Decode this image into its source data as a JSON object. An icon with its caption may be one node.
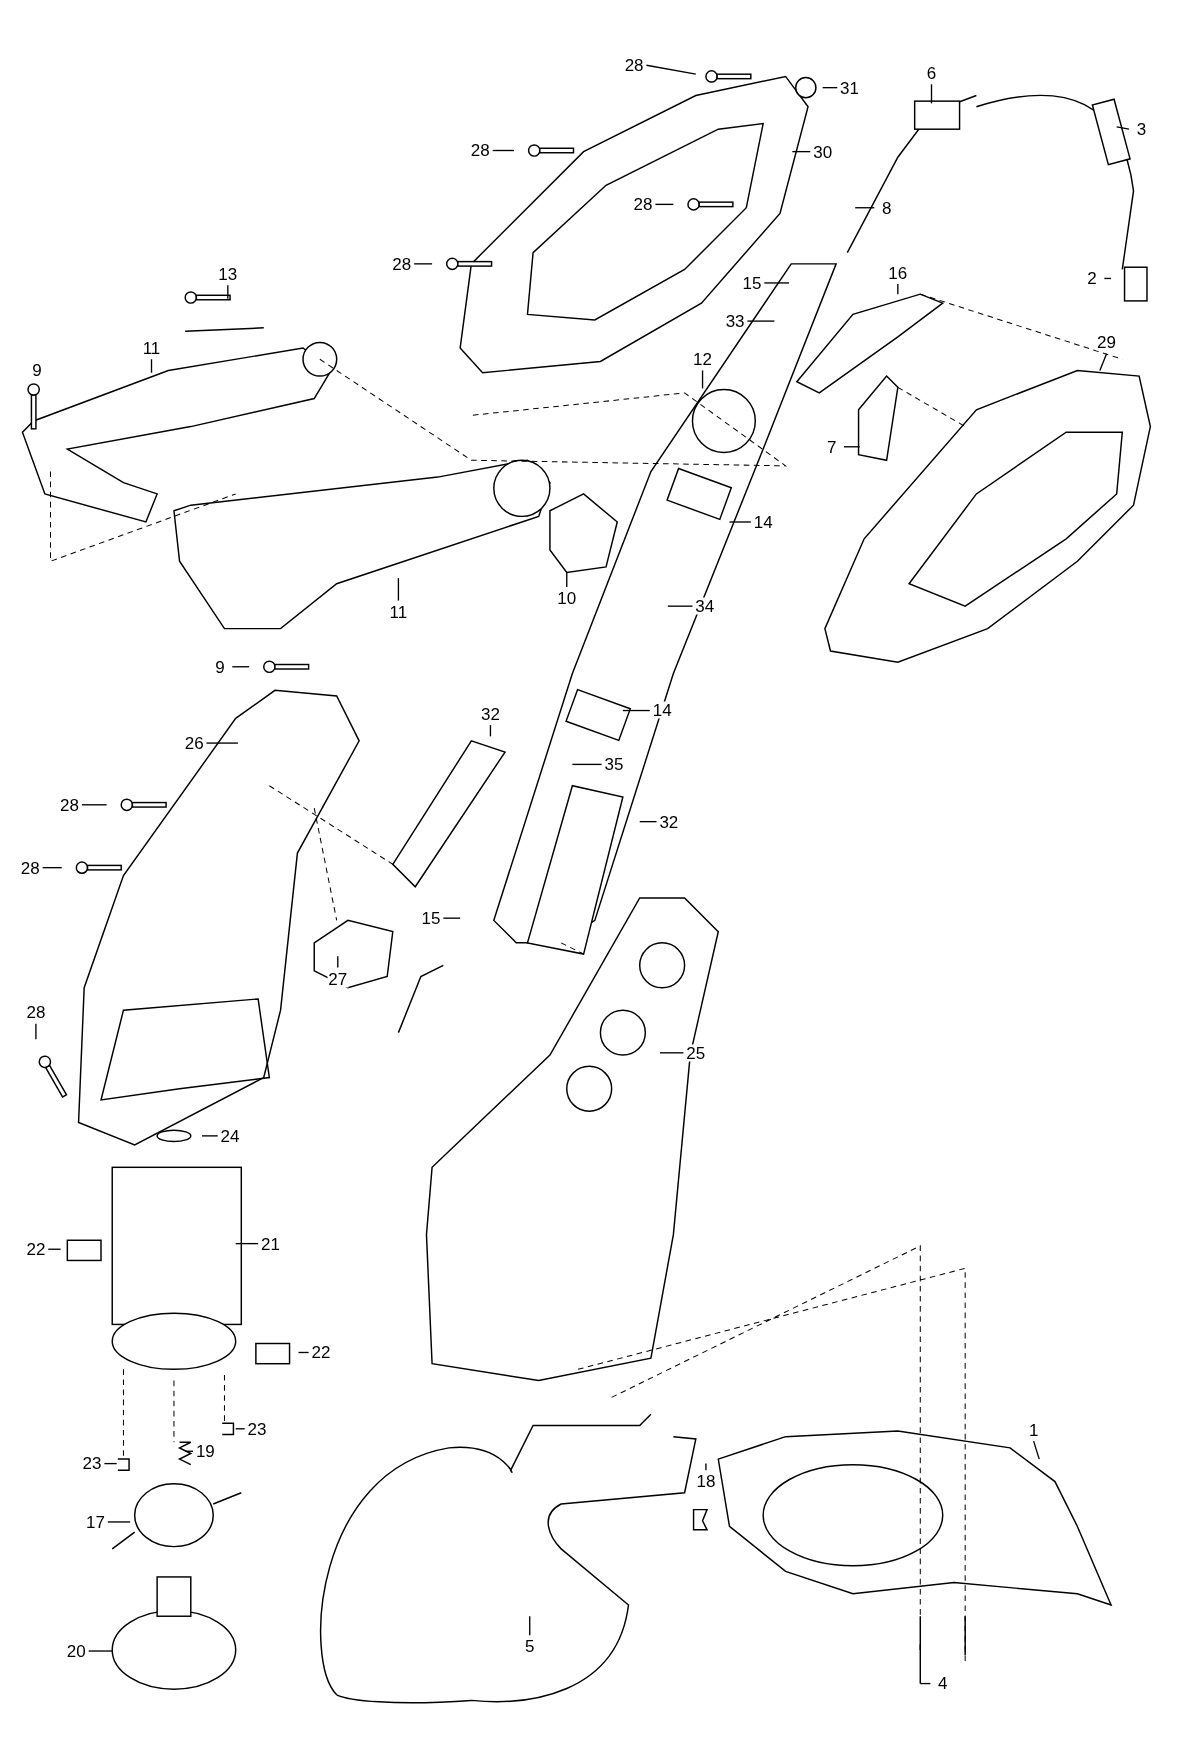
{
  "diagram": {
    "nodes": [
      {
        "text": [
          "28"
        ]
      },
      {
        "text": [
          "31"
        ]
      },
      {
        "text": [
          "6"
        ]
      },
      {
        "text": [
          "3"
        ]
      },
      {
        "text": [
          "30"
        ]
      },
      {
        "text": [
          "28"
        ]
      },
      {
        "text": [
          "8"
        ]
      },
      {
        "text": [
          "28"
        ]
      },
      {
        "text": [
          "28"
        ]
      },
      {
        "text": [
          "15"
        ]
      },
      {
        "text": [
          "2"
        ]
      },
      {
        "text": [
          "13"
        ]
      },
      {
        "text": [
          "16"
        ]
      },
      {
        "text": [
          "33"
        ]
      },
      {
        "text": [
          "29"
        ]
      },
      {
        "text": [
          "11"
        ]
      },
      {
        "text": [
          "12"
        ]
      },
      {
        "text": [
          "7"
        ]
      },
      {
        "text": [
          "14"
        ]
      },
      {
        "text": [
          "10"
        ]
      },
      {
        "text": [
          "11"
        ]
      },
      {
        "text": [
          "34"
        ]
      },
      {
        "text": [
          "9"
        ]
      },
      {
        "text": [
          "26"
        ]
      },
      {
        "text": [
          "32"
        ]
      },
      {
        "text": [
          "14"
        ]
      },
      {
        "text": [
          "35"
        ]
      },
      {
        "text": [
          "28"
        ]
      },
      {
        "text": [
          "32"
        ]
      },
      {
        "text": [
          "28"
        ]
      },
      {
        "text": [
          "15"
        ]
      },
      {
        "text": [
          "27"
        ]
      },
      {
        "text": [
          "28"
        ]
      },
      {
        "text": [
          "25"
        ]
      },
      {
        "text": [
          "24"
        ]
      },
      {
        "text": [
          "21"
        ]
      },
      {
        "text": [
          "22"
        ]
      },
      {
        "text": [
          "22"
        ]
      },
      {
        "text": [
          "23"
        ]
      },
      {
        "text": [
          "19"
        ]
      },
      {
        "text": [
          "23"
        ]
      },
      {
        "text": [
          "1"
        ]
      },
      {
        "text": [
          "17"
        ]
      },
      {
        "text": [
          "18"
        ]
      },
      {
        "text": [
          "20"
        ]
      },
      {
        "text": [
          "5"
        ]
      },
      {
        "text": [
          "4"
        ]
      }
    ],
    "edges": [
      {
        "from": 0,
        "to": null,
        "arrow": "none"
      },
      {
        "from": 1,
        "to": null,
        "arrow": "none"
      },
      {
        "from": 2,
        "to": null,
        "arrow": "none"
      },
      {
        "from": 3,
        "to": null,
        "arrow": "none"
      },
      {
        "from": 4,
        "to": null,
        "arrow": "none"
      },
      {
        "from": 5,
        "to": null,
        "arrow": "none"
      },
      {
        "from": 6,
        "to": null,
        "arrow": "none"
      },
      {
        "from": 7,
        "to": null,
        "arrow": "none"
      },
      {
        "from": 8,
        "to": null,
        "arrow": "none"
      },
      {
        "from": 9,
        "to": null,
        "arrow": "none"
      },
      {
        "from": 10,
        "to": null,
        "arrow": "none"
      },
      {
        "from": 11,
        "to": null,
        "arrow": "none"
      },
      {
        "from": 12,
        "to": null,
        "arrow": "none"
      },
      {
        "from": 13,
        "to": null,
        "arrow": "none"
      },
      {
        "from": 14,
        "to": null,
        "arrow": "none"
      },
      {
        "from": 15,
        "to": null,
        "arrow": "none"
      },
      {
        "from": 16,
        "to": null,
        "arrow": "none"
      },
      {
        "from": 17,
        "to": null,
        "arrow": "none"
      },
      {
        "from": 18,
        "to": null,
        "arrow": "none"
      },
      {
        "from": 19,
        "to": null,
        "arrow": "none"
      },
      {
        "from": 20,
        "to": null,
        "arrow": "none"
      },
      {
        "from": 21,
        "to": null,
        "arrow": "none"
      },
      {
        "from": 22,
        "to": null,
        "arrow": "none"
      },
      {
        "from": 23,
        "to": null,
        "arrow": "none"
      },
      {
        "from": 24,
        "to": null,
        "arrow": "none"
      },
      {
        "from": 25,
        "to": null,
        "arrow": "none"
      },
      {
        "from": 26,
        "to": null,
        "arrow": "none"
      },
      {
        "from": 27,
        "to": null,
        "arrow": "none"
      },
      {
        "from": 28,
        "to": null,
        "arrow": "none"
      },
      {
        "from": 29,
        "to": null,
        "arrow": "none"
      },
      {
        "from": 30,
        "to": null,
        "arrow": "none"
      },
      {
        "from": 31,
        "to": null,
        "arrow": "none"
      },
      {
        "from": 32,
        "to": null,
        "arrow": "none"
      },
      {
        "from": 33,
        "to": null,
        "arrow": "none"
      },
      {
        "from": 34,
        "to": null,
        "arrow": "none"
      },
      {
        "from": 35,
        "to": null,
        "arrow": "none"
      },
      {
        "from": 36,
        "to": null,
        "arrow": "none"
      },
      {
        "from": 37,
        "to": null,
        "arrow": "none"
      },
      {
        "from": 38,
        "to": null,
        "arrow": "none"
      },
      {
        "from": 39,
        "to": null,
        "arrow": "none"
      },
      {
        "from": 40,
        "to": null,
        "arrow": "none"
      },
      {
        "from": 41,
        "to": null,
        "arrow": "none"
      },
      {
        "from": 42,
        "to": null,
        "arrow": "none"
      },
      {
        "from": 43,
        "to": null,
        "arrow": "none"
      },
      {
        "from": 44,
        "to": null,
        "arrow": "none"
      },
      {
        "from": 45,
        "to": null,
        "arrow": "none"
      },
      {
        "from": 46,
        "to": null,
        "arrow": "none"
      }
    ],
    "labels": [
      "9"
    ]
  }
}
